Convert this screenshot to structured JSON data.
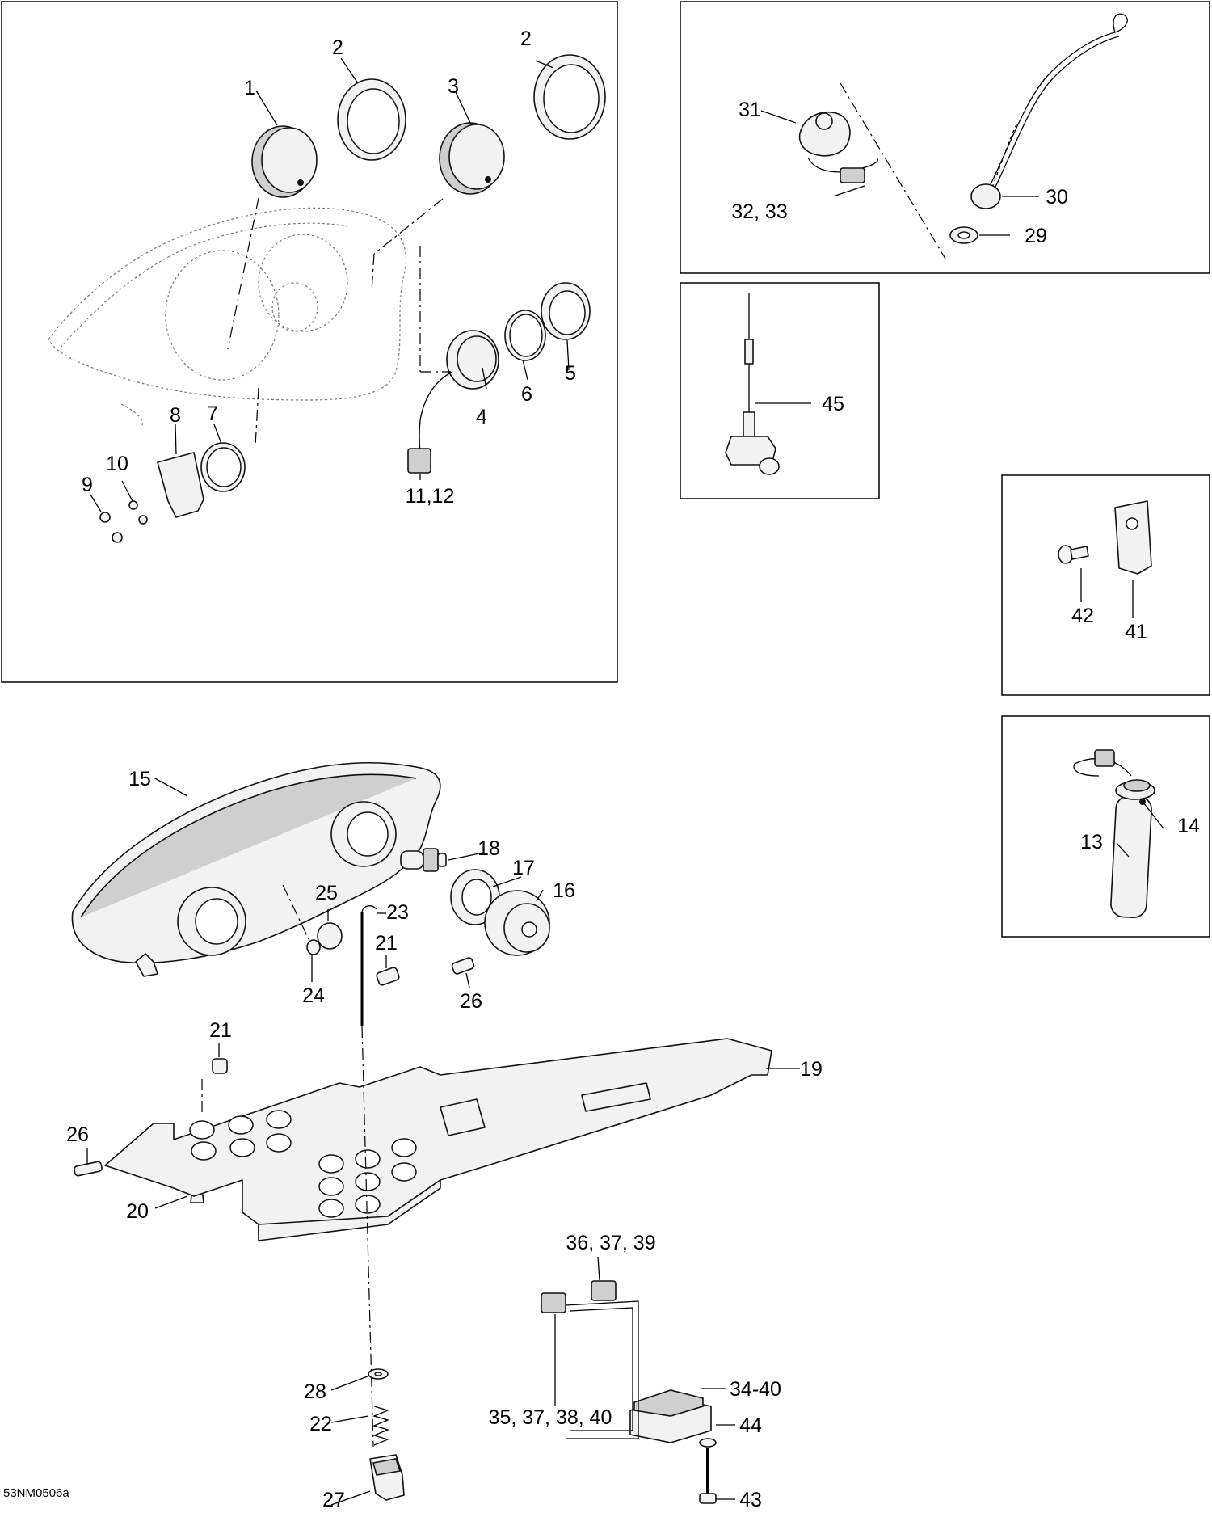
{
  "diagram": {
    "reference_code": "53NM0506a",
    "callouts": {
      "c1": "1",
      "c2a": "2",
      "c2b": "2",
      "c3": "3",
      "c4": "4",
      "c5": "5",
      "c6": "6",
      "c7": "7",
      "c8": "8",
      "c9": "9",
      "c10": "10",
      "c11_12": "11,12",
      "c13": "13",
      "c14": "14",
      "c15": "15",
      "c16": "16",
      "c17": "17",
      "c18": "18",
      "c19": "19",
      "c20": "20",
      "c21a": "21",
      "c21b": "21",
      "c22": "22",
      "c23": "23",
      "c24": "24",
      "c25": "25",
      "c26a": "26",
      "c26b": "26",
      "c27": "27",
      "c28": "28",
      "c29": "29",
      "c30": "30",
      "c31": "31",
      "c32_33": "32, 33",
      "c34_40": "34-40",
      "c35_40": "35, 37, 38, 40",
      "c36_39": "36, 37, 39",
      "c41": "41",
      "c42": "42",
      "c43": "43",
      "c44": "44",
      "c45": "45"
    }
  }
}
